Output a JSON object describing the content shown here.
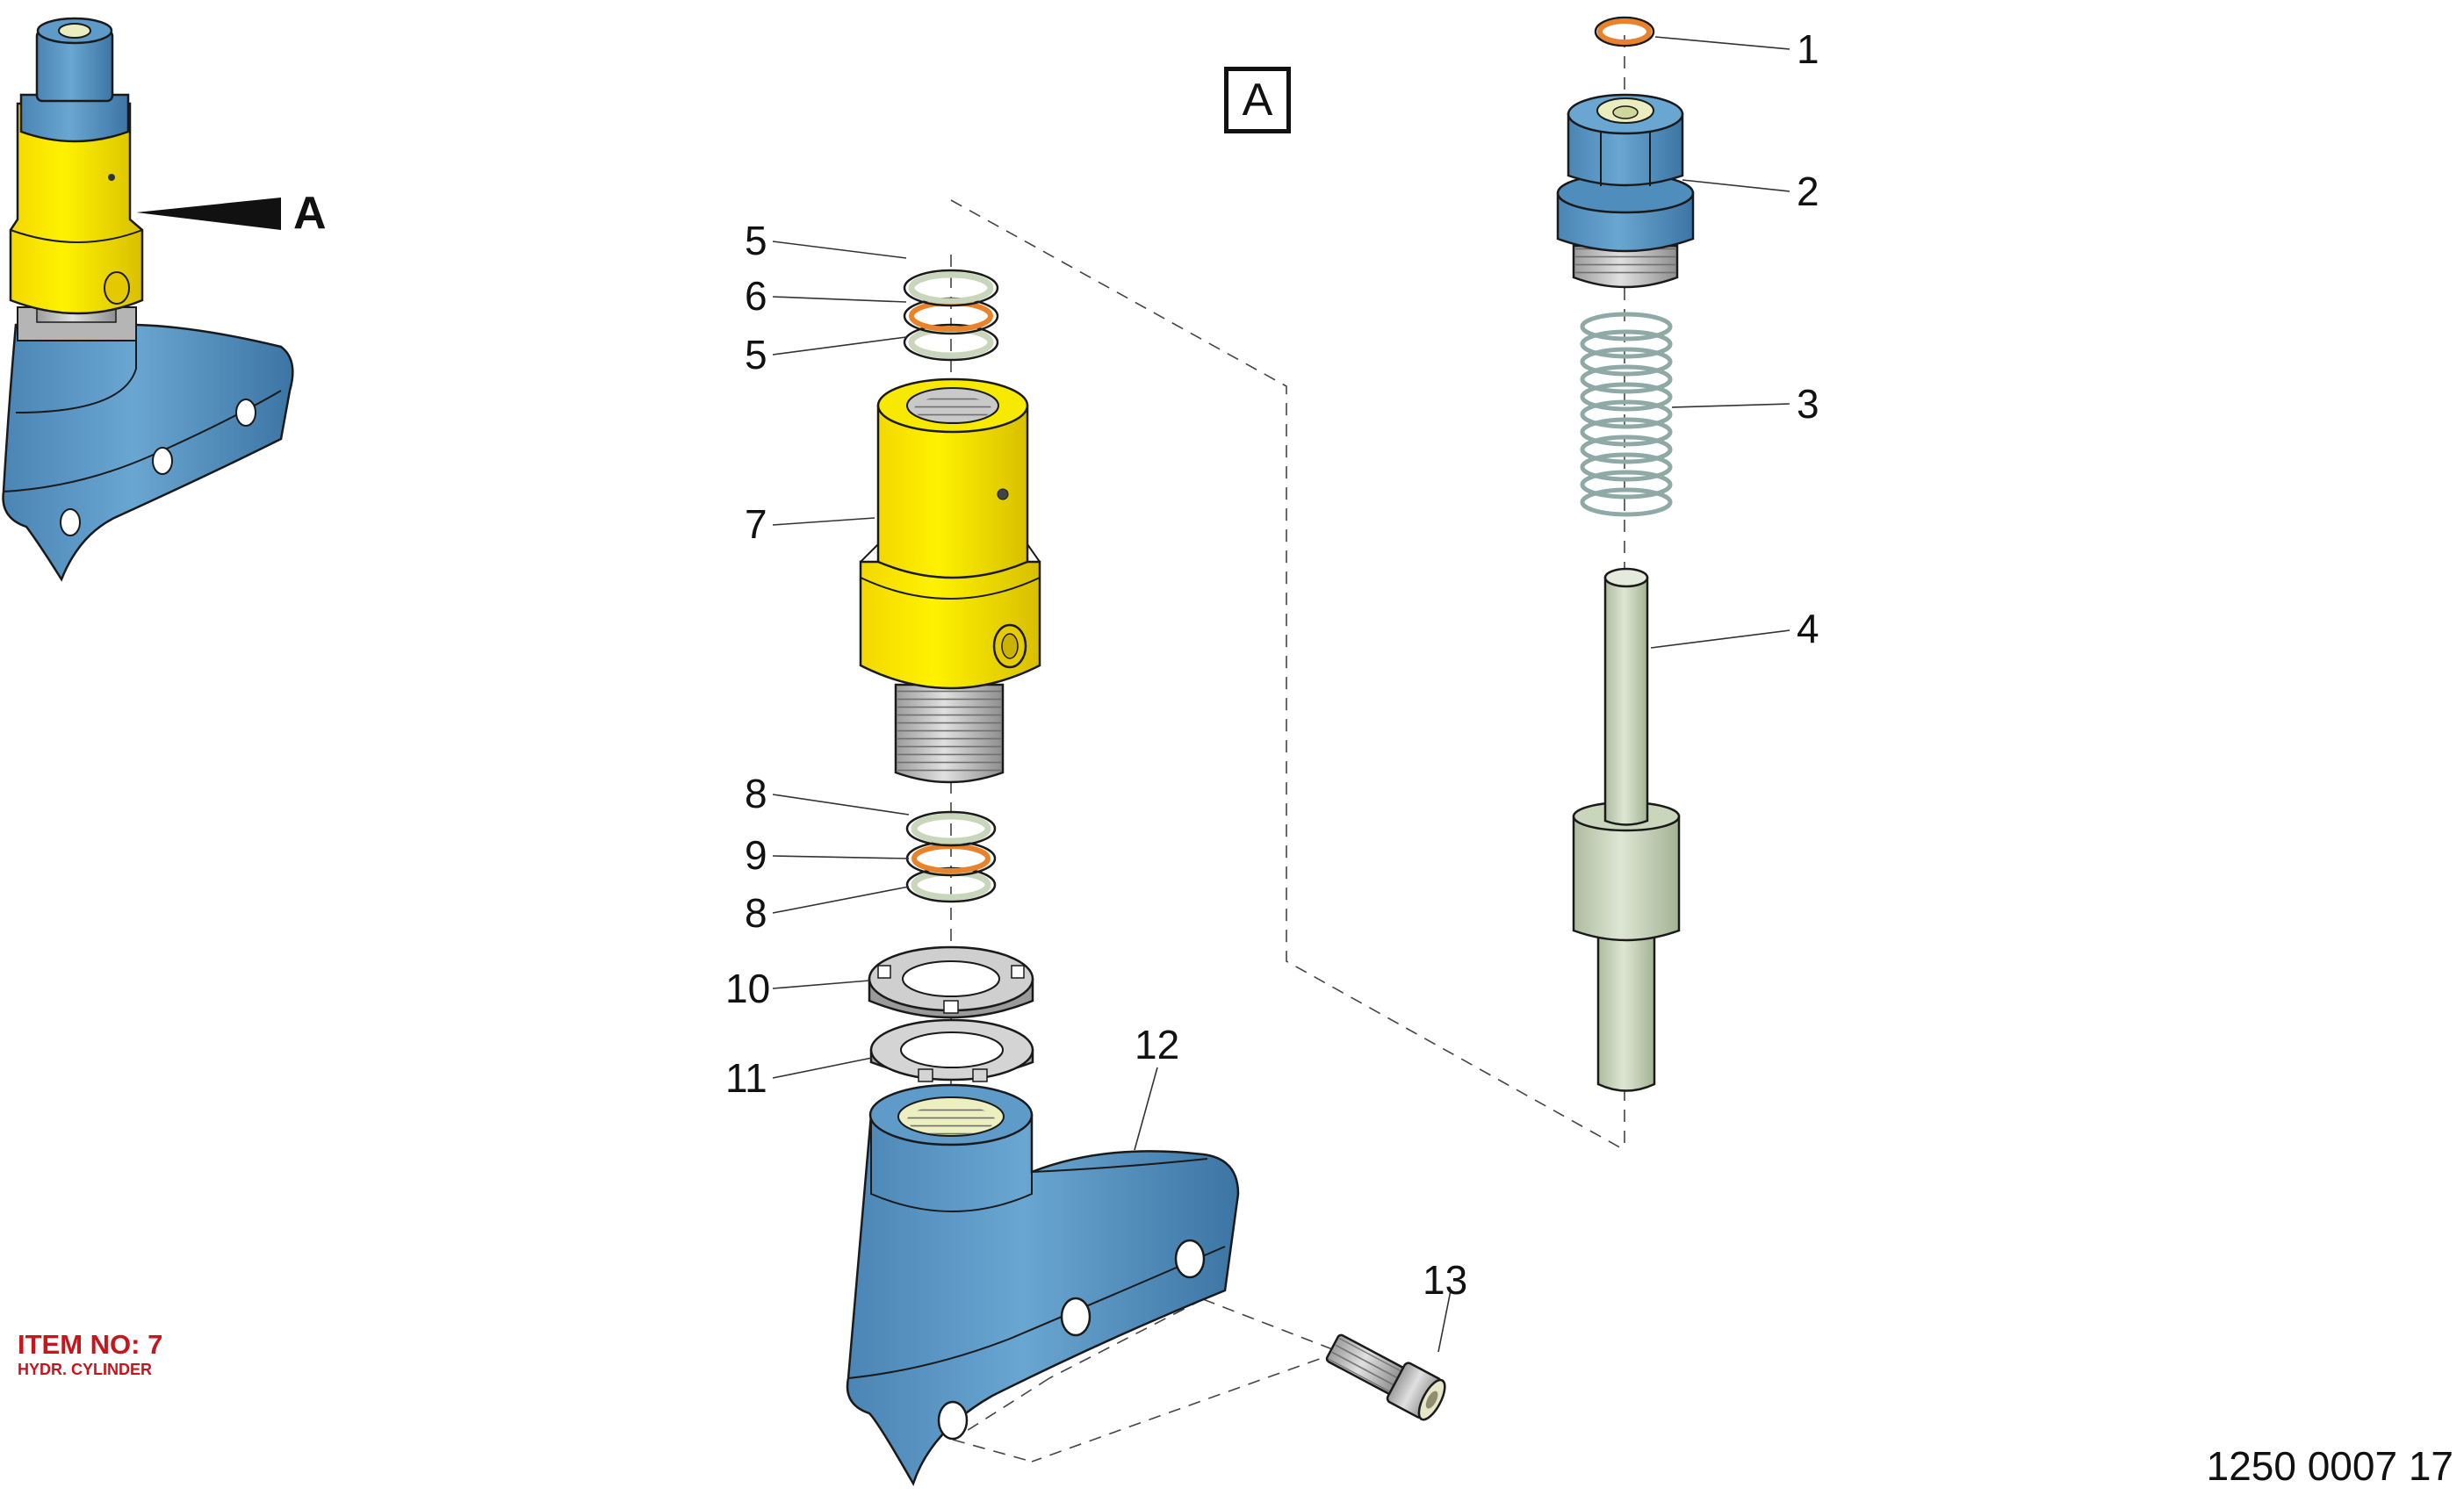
{
  "view_label": "A",
  "detail_ref_label": "A",
  "drawing_number": "1250 0007 17",
  "item": {
    "number_label": "ITEM NO: 7",
    "description": "HYDR. CYLINDER"
  },
  "callouts": [
    "1",
    "2",
    "3",
    "4",
    "5",
    "6",
    "5",
    "7",
    "8",
    "9",
    "8",
    "10",
    "11",
    "12",
    "13"
  ],
  "colors": {
    "blue": "#5e9bc9",
    "blue_dark": "#3f7aaa",
    "yellow": "#ffe600",
    "yellow_dark": "#d9c200",
    "orange": "#e8822b",
    "green_grey": "#c9d6bc",
    "grey": "#bfbfbf",
    "red_text": "#c4161c"
  }
}
